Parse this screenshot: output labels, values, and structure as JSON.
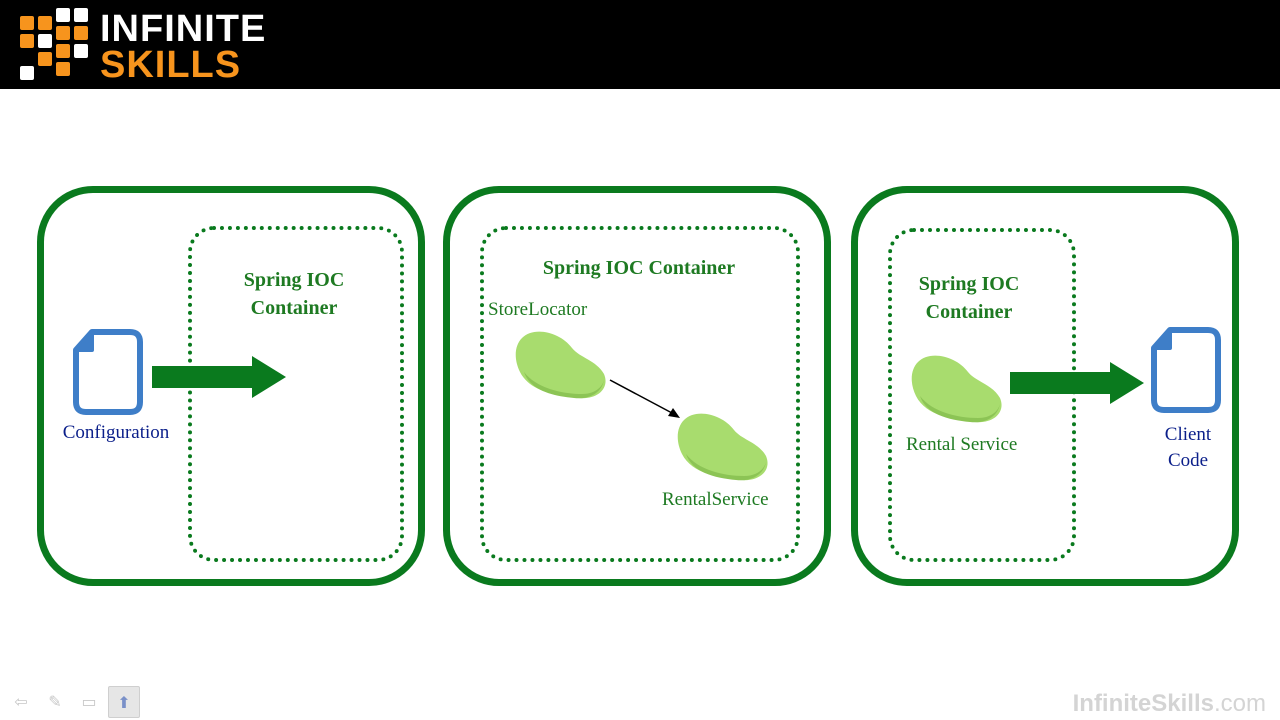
{
  "brand": {
    "line1": "INFINITE",
    "line2": "SKILLS",
    "watermark_main": "InfiniteSkills",
    "watermark_suffix": ".com"
  },
  "colors": {
    "panel_border": "#0a7a1e",
    "title_green": "#1e7a22",
    "label_blue": "#0b1f8a",
    "bean": "#a8dc6e",
    "doc_icon": "#3e7ec8",
    "logo_orange": "#f7941d"
  },
  "panels": [
    {
      "container_title": "Spring IOC Container",
      "source_label": "Configuration"
    },
    {
      "container_title": "Spring IOC Container",
      "bean_a": "StoreLocator",
      "bean_b": "RentalService"
    },
    {
      "container_title": "Spring IOC Container",
      "bean": "Rental Service",
      "target_label_1": "Client",
      "target_label_2": "Code"
    }
  ],
  "toolbar": {
    "icons": [
      "back-arrow-icon",
      "pen-icon",
      "slides-menu-icon",
      "navigation-icon"
    ]
  }
}
